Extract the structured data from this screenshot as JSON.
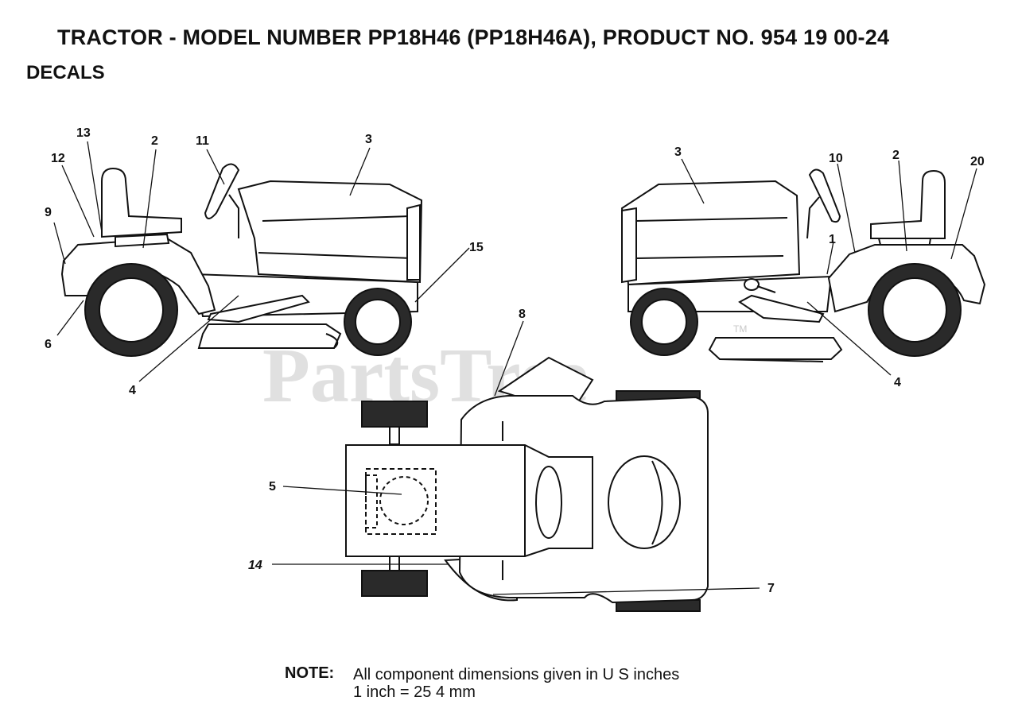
{
  "header": {
    "title": "TRACTOR - MODEL NUMBER PP18H46 (PP18H46A), PRODUCT NO. 954 19 00-24",
    "subtitle": "DECALS"
  },
  "watermark": {
    "text": "PartsTree",
    "tm": "TM"
  },
  "callouts": {
    "left_view": [
      "13",
      "2",
      "11",
      "3",
      "12",
      "9",
      "15",
      "6",
      "4"
    ],
    "right_view": [
      "3",
      "10",
      "2",
      "20",
      "1",
      "4"
    ],
    "top_view": [
      "8",
      "5",
      "14",
      "7"
    ]
  },
  "note": {
    "label": "NOTE:",
    "line1": "All component dimensions given in U S  inches",
    "line2": "1 inch = 25 4 mm"
  }
}
